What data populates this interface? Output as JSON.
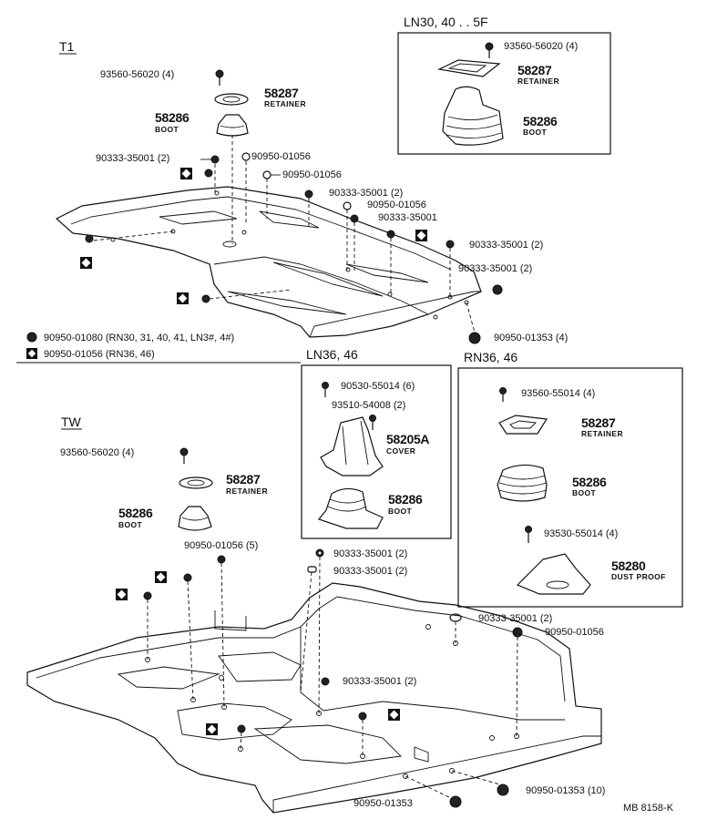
{
  "sections": {
    "t1": "T1",
    "tw": "TW",
    "ln30_40_5f": "LN30, 40 . . 5F",
    "ln36_46": "LN36, 46",
    "rn36_46": "RN36, 46"
  },
  "legend": {
    "circle_note": "90950-01080 (RN30, 31, 40, 41, LN3#, 4#)",
    "diamond_note": "90950-01056 (RN36, 46)"
  },
  "t1": {
    "bolt_top": "93560-56020 (4)",
    "retainer_num": "58287",
    "retainer_txt": "RETAINER",
    "boot_num": "58286",
    "boot_txt": "BOOT",
    "clip_a": "90333-35001 (2)",
    "plug_a": "90950-01056",
    "plug_b": "90950-01056",
    "clip_b": "90333-35001 (2)",
    "plug_c": "90950-01056",
    "clip_c": "90333-35001",
    "clip_d": "90333-35001 (2)",
    "clip_e": "90333-35001 (2)",
    "plug_d": "90950-01353 (4)"
  },
  "ln30": {
    "bolt": "93560-56020 (4)",
    "retainer_num": "58287",
    "retainer_txt": "RETAINER",
    "boot_num": "58286",
    "boot_txt": "BOOT"
  },
  "ln36": {
    "screw_a": "90530-55014 (6)",
    "screw_b": "93510-54008 (2)",
    "cover_num": "58205A",
    "cover_txt": "COVER",
    "boot_num": "58286",
    "boot_txt": "BOOT"
  },
  "rn36": {
    "screw_a": "93560-55014 (4)",
    "retainer_num": "58287",
    "retainer_txt": "RETAINER",
    "boot_num": "58286",
    "boot_txt": "BOOT",
    "screw_b": "93530-55014 (4)",
    "dust_num": "58280",
    "dust_txt": "DUST PROOF"
  },
  "tw": {
    "bolt_top": "93560-56020 (4)",
    "retainer_num": "58287",
    "retainer_txt": "RETAINER",
    "boot_num": "58286",
    "boot_txt": "BOOT",
    "plug_a": "90950-01056 (5)",
    "clip_a": "90333-35001 (2)",
    "clip_b": "90333-35001 (2)",
    "clip_c": "90333-35001 (2)",
    "plug_b": "90950-01056",
    "clip_d": "90333-35001 (2)",
    "plug_c": "90950-01353 (10)",
    "plug_d": "90950-01353"
  },
  "footer_code": "MB 8158-K"
}
